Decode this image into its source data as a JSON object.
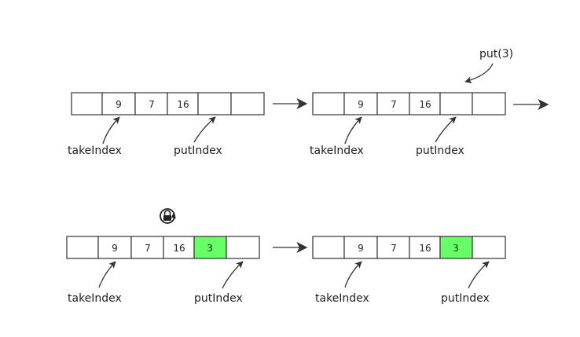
{
  "colors": {
    "cell_fill": "#ffffff",
    "cell_stroke": "#333333",
    "highlight_fill": "#66ff66",
    "arrow": "#333333",
    "text": "#222222"
  },
  "arrays": [
    {
      "id": "step1",
      "cells": [
        "",
        "9",
        "7",
        "16",
        "",
        ""
      ],
      "highlight": null,
      "take_label": "takeIndex",
      "put_label": "putIndex"
    },
    {
      "id": "step2",
      "cells": [
        "",
        "9",
        "7",
        "16",
        "",
        ""
      ],
      "highlight": null,
      "take_label": "takeIndex",
      "put_label": "putIndex",
      "operation": "put(3)"
    },
    {
      "id": "step3",
      "cells": [
        "",
        "9",
        "7",
        "16",
        "3",
        ""
      ],
      "highlight": 4,
      "take_label": "takeIndex",
      "put_label": "putIndex",
      "lock_icon": "lock-icon"
    },
    {
      "id": "step4",
      "cells": [
        "",
        "9",
        "7",
        "16",
        "3",
        ""
      ],
      "highlight": 4,
      "take_label": "takeIndex",
      "put_label": "putIndex"
    }
  ]
}
